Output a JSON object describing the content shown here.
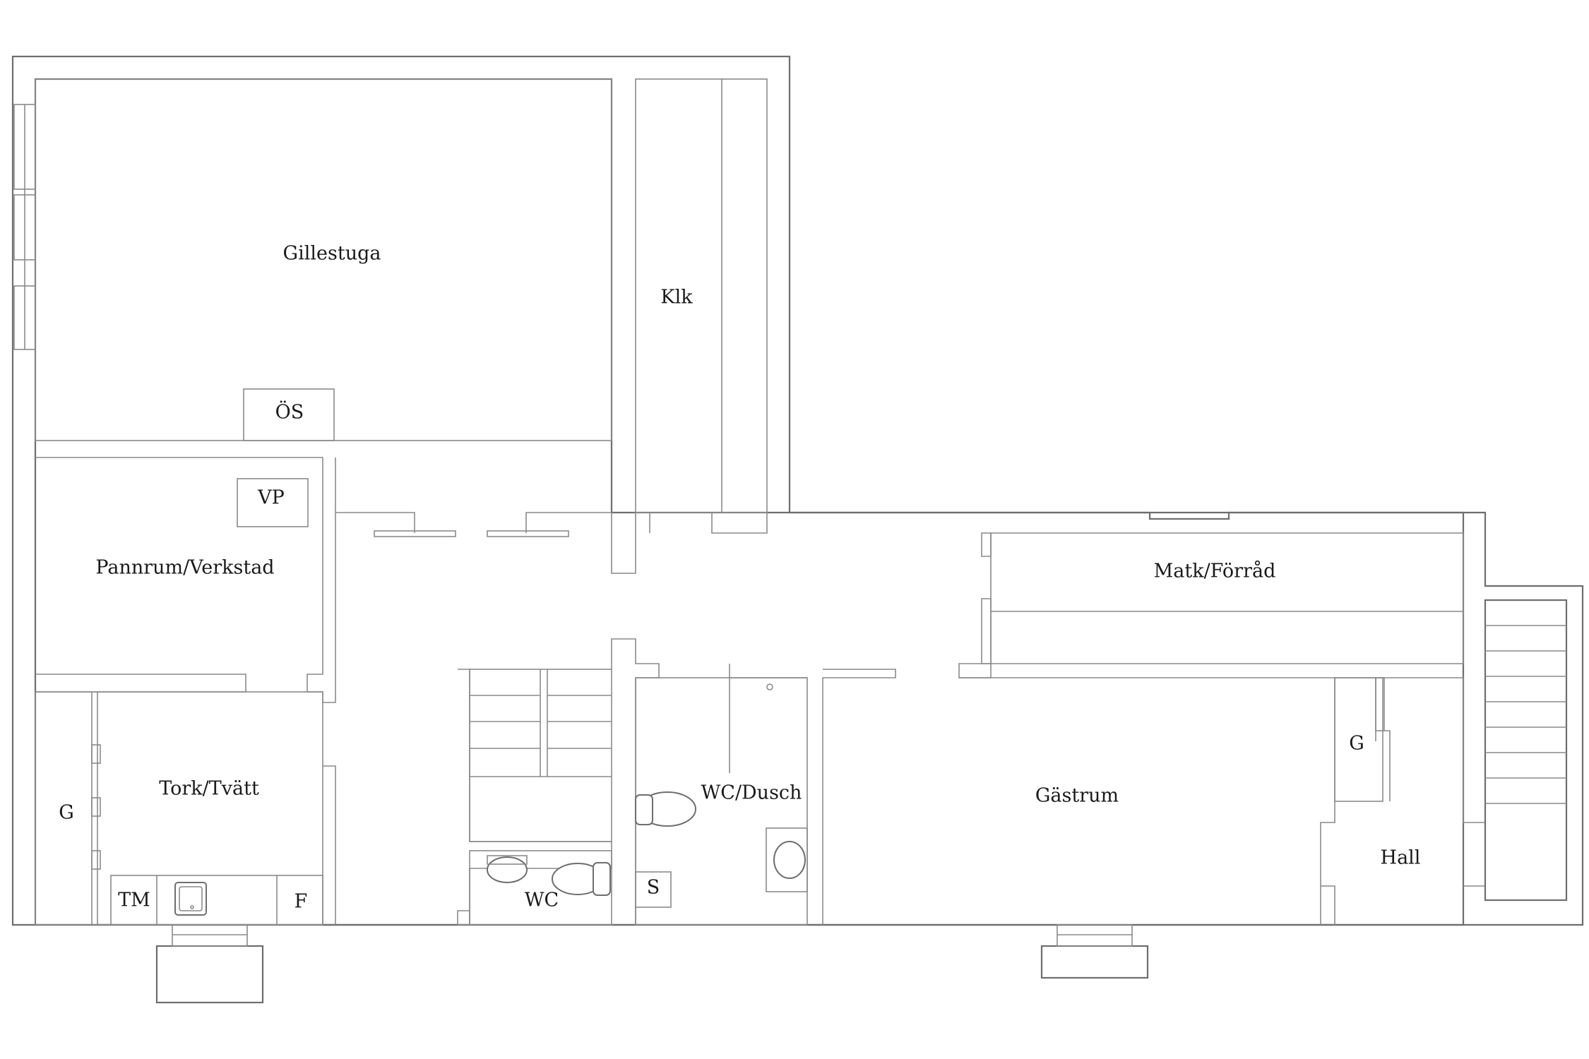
{
  "rooms": {
    "gillestuga": "Gillestuga",
    "klk": "Klk",
    "os": "ÖS",
    "vp": "VP",
    "pannrum": "Pannrum/Verkstad",
    "matk": "Matk/Förråd",
    "tork": "Tork/Tvätt",
    "g_left": "G",
    "tm": "TM",
    "f": "F",
    "wc": "WC",
    "s": "S",
    "wc_dusch": "WC/Dusch",
    "gastrum": "Gästrum",
    "g_right": "G",
    "hall": "Hall"
  }
}
